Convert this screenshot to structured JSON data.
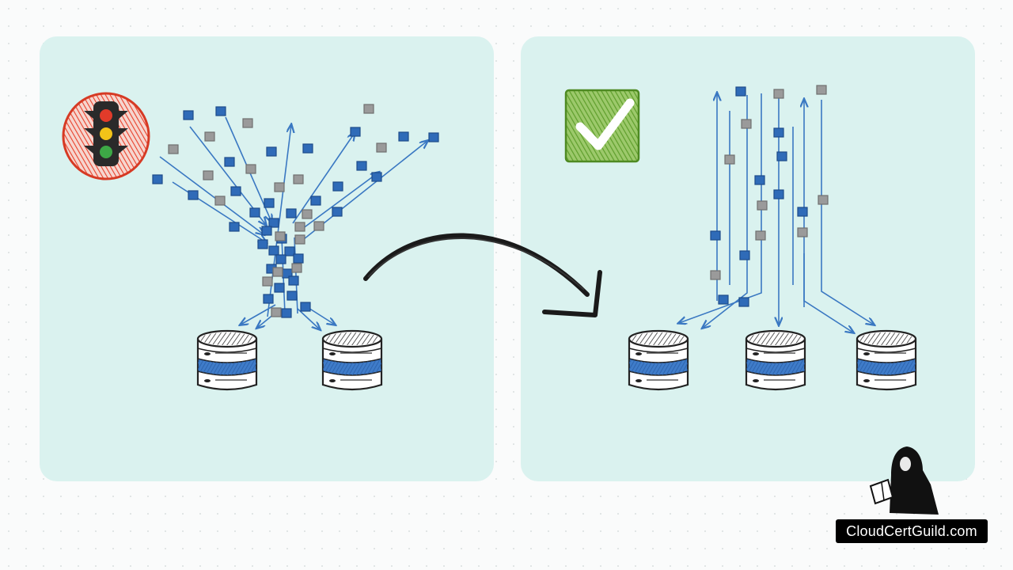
{
  "diagram": {
    "before_panel": {
      "status_icon": "traffic-light-icon",
      "status_color": "#e8402a",
      "databases": 2,
      "pattern": "congested traffic converging on few databases"
    },
    "after_panel": {
      "status_icon": "checkmark-icon",
      "status_color": "#6aa634",
      "databases": 3,
      "pattern": "parallel traffic lanes spread across databases"
    },
    "transition_icon": "curved-arrow-icon"
  },
  "colors": {
    "panel_background": "#daf2ef",
    "packet_blue": "#2f6bb8",
    "packet_gray": "#9a9a9a",
    "arrow_blue": "#3a78c2",
    "db_band": "#3f7cc9"
  },
  "brand": {
    "watermark_text": "CloudCertGuild.com",
    "logo_icon": "hooded-reader-icon"
  }
}
